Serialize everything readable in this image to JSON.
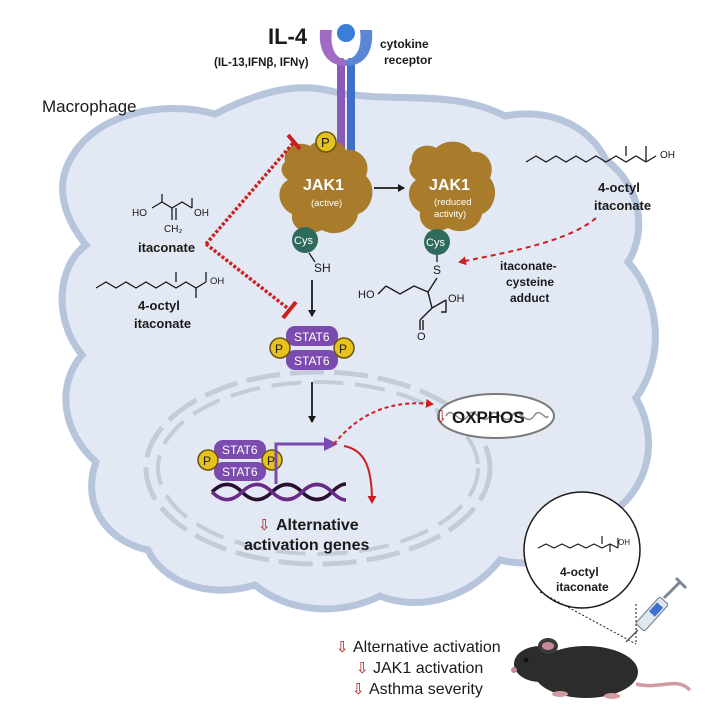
{
  "ligand": {
    "title": "IL-4",
    "subtitle": "(IL-13,IFNβ, IFNγ)"
  },
  "receptor": {
    "line1": "cytokine",
    "line2": "receptor"
  },
  "cell_label": "Macrophage",
  "jak1_active": {
    "name": "JAK1",
    "state": "(active)",
    "residue": "Cys",
    "group": "SH",
    "phospho": "P"
  },
  "jak1_reduced": {
    "name": "JAK1",
    "state_line1": "(reduced",
    "state_line2": "activity)",
    "residue": "Cys",
    "link": "S"
  },
  "itaconate": {
    "label": "itaconate",
    "ch2": "CH₂",
    "ho": "HO",
    "oh": "OH"
  },
  "octyl_left": {
    "line1": "4-octyl",
    "line2": "itaconate",
    "oh": "OH"
  },
  "octyl_right": {
    "line1": "4-octyl",
    "line2": "itaconate",
    "oh": "OH"
  },
  "adduct": {
    "line1": "itaconate-",
    "line2": "cysteine",
    "line3": "adduct",
    "ho": "HO",
    "oh": "OH"
  },
  "stat6": {
    "label": "STAT6",
    "phospho": "P"
  },
  "oxphos": {
    "arrow": "⇩",
    "label": "OXPHOS"
  },
  "genes": {
    "arrow": "⇩",
    "line1": "Alternative",
    "line2": "activation genes"
  },
  "inset": {
    "line1": "4-octyl",
    "line2": "itaconate",
    "oh": "OH"
  },
  "outcomes": [
    {
      "arrow": "⇩",
      "text": "Alternative activation"
    },
    {
      "arrow": "⇩",
      "text": "JAK1 activation"
    },
    {
      "arrow": "⇩",
      "text": "Asthma severity"
    }
  ],
  "colors": {
    "cell_fill": "#e2e9f4",
    "cell_border": "#b7c5dc",
    "jak": "#a97c2c",
    "stat6": "#7b4bb0",
    "phospho": "#e6c21f",
    "cys": "#2f6b5c",
    "inhibit": "#cc1f1f",
    "receptor_purple": "#8a5ab8",
    "receptor_blue": "#3f6fc6"
  },
  "icons": [
    "receptor-icon",
    "mitochondrion-icon",
    "dna-icon",
    "syringe-icon",
    "mouse-icon"
  ]
}
